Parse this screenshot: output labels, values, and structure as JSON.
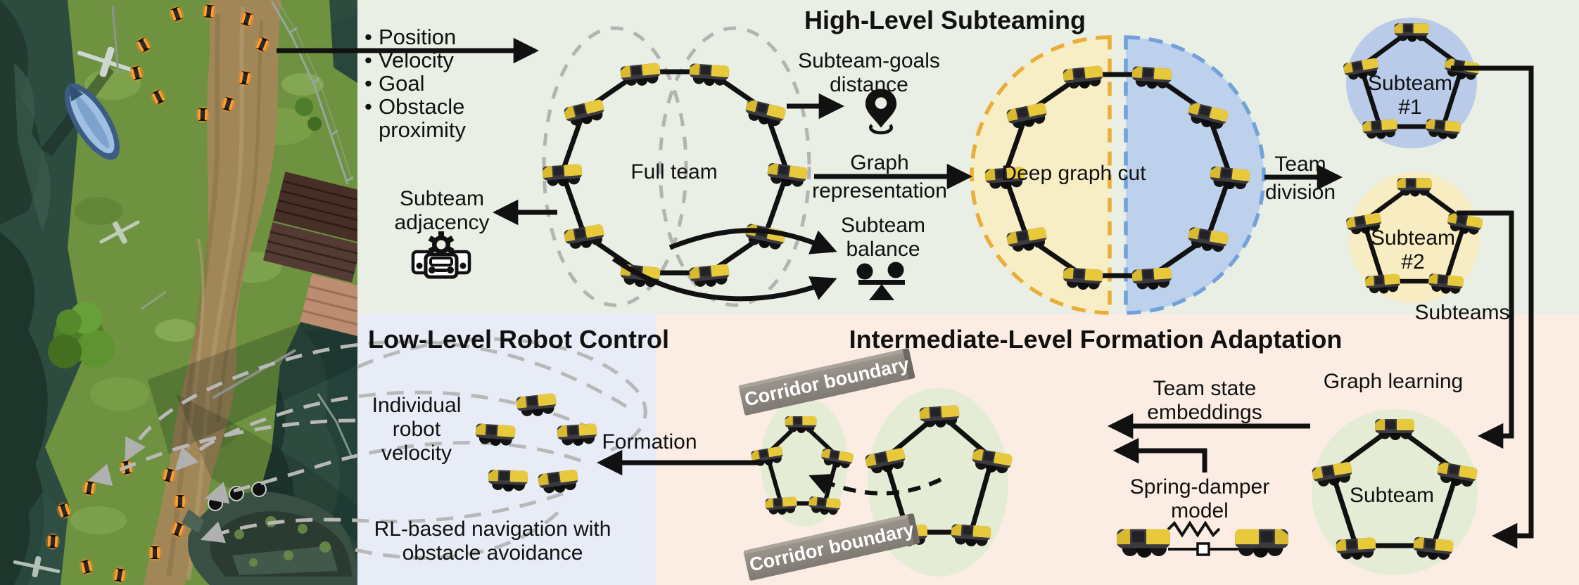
{
  "figure": {
    "panels": {
      "high_level": {
        "title": "High-Level Subteaming",
        "inputs": [
          "Position",
          "Velocity",
          "Goal",
          "Obstacle proximity"
        ],
        "full_team_label": "Full team",
        "subteam_goals_distance_label": "Subteam-goals distance",
        "subteam_adjacency_label": "Subteam adjacency",
        "subteam_balance_label": "Subteam balance",
        "graph_representation_label": "Graph representation",
        "deep_graph_cut_label": "Deep graph cut",
        "team_division_label": "Team division",
        "subteam_1_label": "Subteam #1",
        "subteam_2_label": "Subteam #2",
        "subteams_label": "Subteams"
      },
      "intermediate_level": {
        "title": "Intermediate-Level Formation Adaptation",
        "corridor_boundary_top_label": "Corridor boundary",
        "corridor_boundary_bottom_label": "Corridor boundary",
        "team_state_embeddings_label": "Team state embeddings",
        "graph_learning_label": "Graph learning",
        "subteam_label": "Subteam",
        "spring_damper_model_label": "Spring-damper model",
        "formation_label": "Formation"
      },
      "low_level": {
        "title": "Low-Level Robot Control",
        "individual_robot_velocity_label": "Individual robot velocity",
        "rl_navigation_label": "RL-based navigation with obstacle avoidance"
      }
    },
    "icons": {
      "goal_pin": "location-pin-icon",
      "subteam_adjacency": "cars-gear-icon",
      "subteam_balance": "balance-scale-icon"
    },
    "colors": {
      "high_level_bg": "#e9efe4",
      "low_level_bg": "#e8ecf6",
      "intermediate_bg": "#fbede4",
      "subteam1_fill": "#b9cbe8",
      "subteam2_fill": "#f8ecc2",
      "cut_yellow_fill": "#f8eec6",
      "cut_yellow_stroke": "#e9ad38",
      "cut_blue_fill": "#bdd1ed",
      "cut_blue_stroke": "#73a2da",
      "subteam_circle_fill": "#e5ecd5",
      "corridor_gray": "#8d8781",
      "trajectory_gray": "#b8b8b8",
      "robot_yellow": "#e9c93c",
      "arrow_black": "#111111"
    }
  }
}
